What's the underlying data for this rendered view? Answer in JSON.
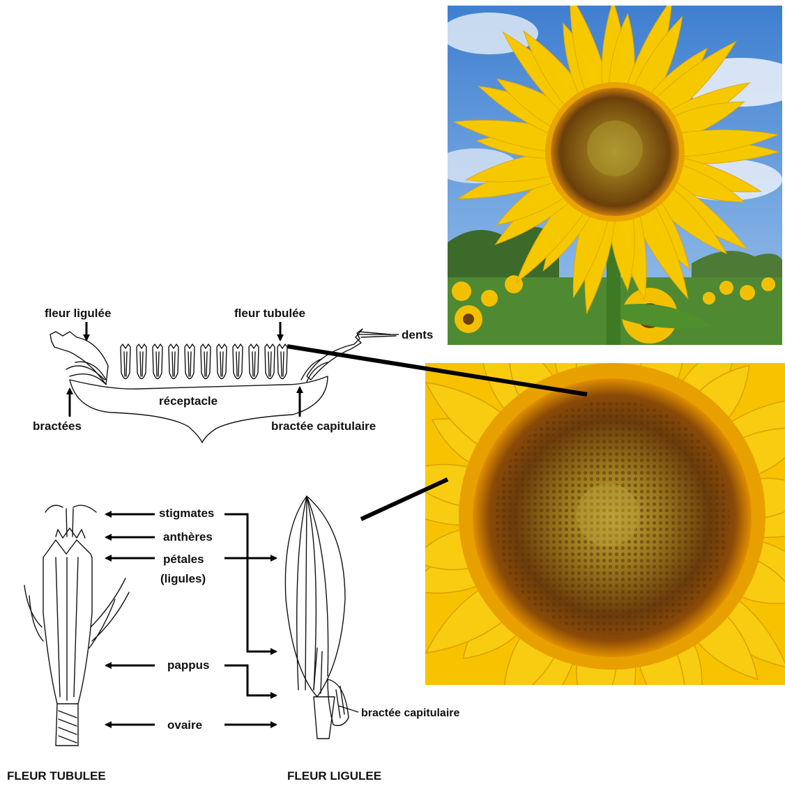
{
  "labels": {
    "fleur_ligulee": "fleur ligulée",
    "fleur_tubulee": "fleur tubulée",
    "dents": "dents",
    "receptacle": "réceptacle",
    "bractees": "bractées",
    "bractee_capitulaire_top": "bractée capitulaire",
    "stigmates": "stigmates",
    "antheres": "anthères",
    "petales": "pétales",
    "ligules": "(ligules)",
    "pappus": "pappus",
    "ovaire": "ovaire",
    "bractee_capitulaire_bottom": "bractée capitulaire"
  },
  "captions": {
    "left": "FLEUR TUBULEE",
    "right": "FLEUR LIGULEE"
  },
  "colors": {
    "petal": "#f5c400",
    "petal_dark": "#e3a300",
    "disc": "#8a5a12",
    "disc_center": "#b59a2a",
    "sky": "#4f8fd8",
    "cloud": "#e8eef6",
    "foliage": "#3f7a2a"
  }
}
